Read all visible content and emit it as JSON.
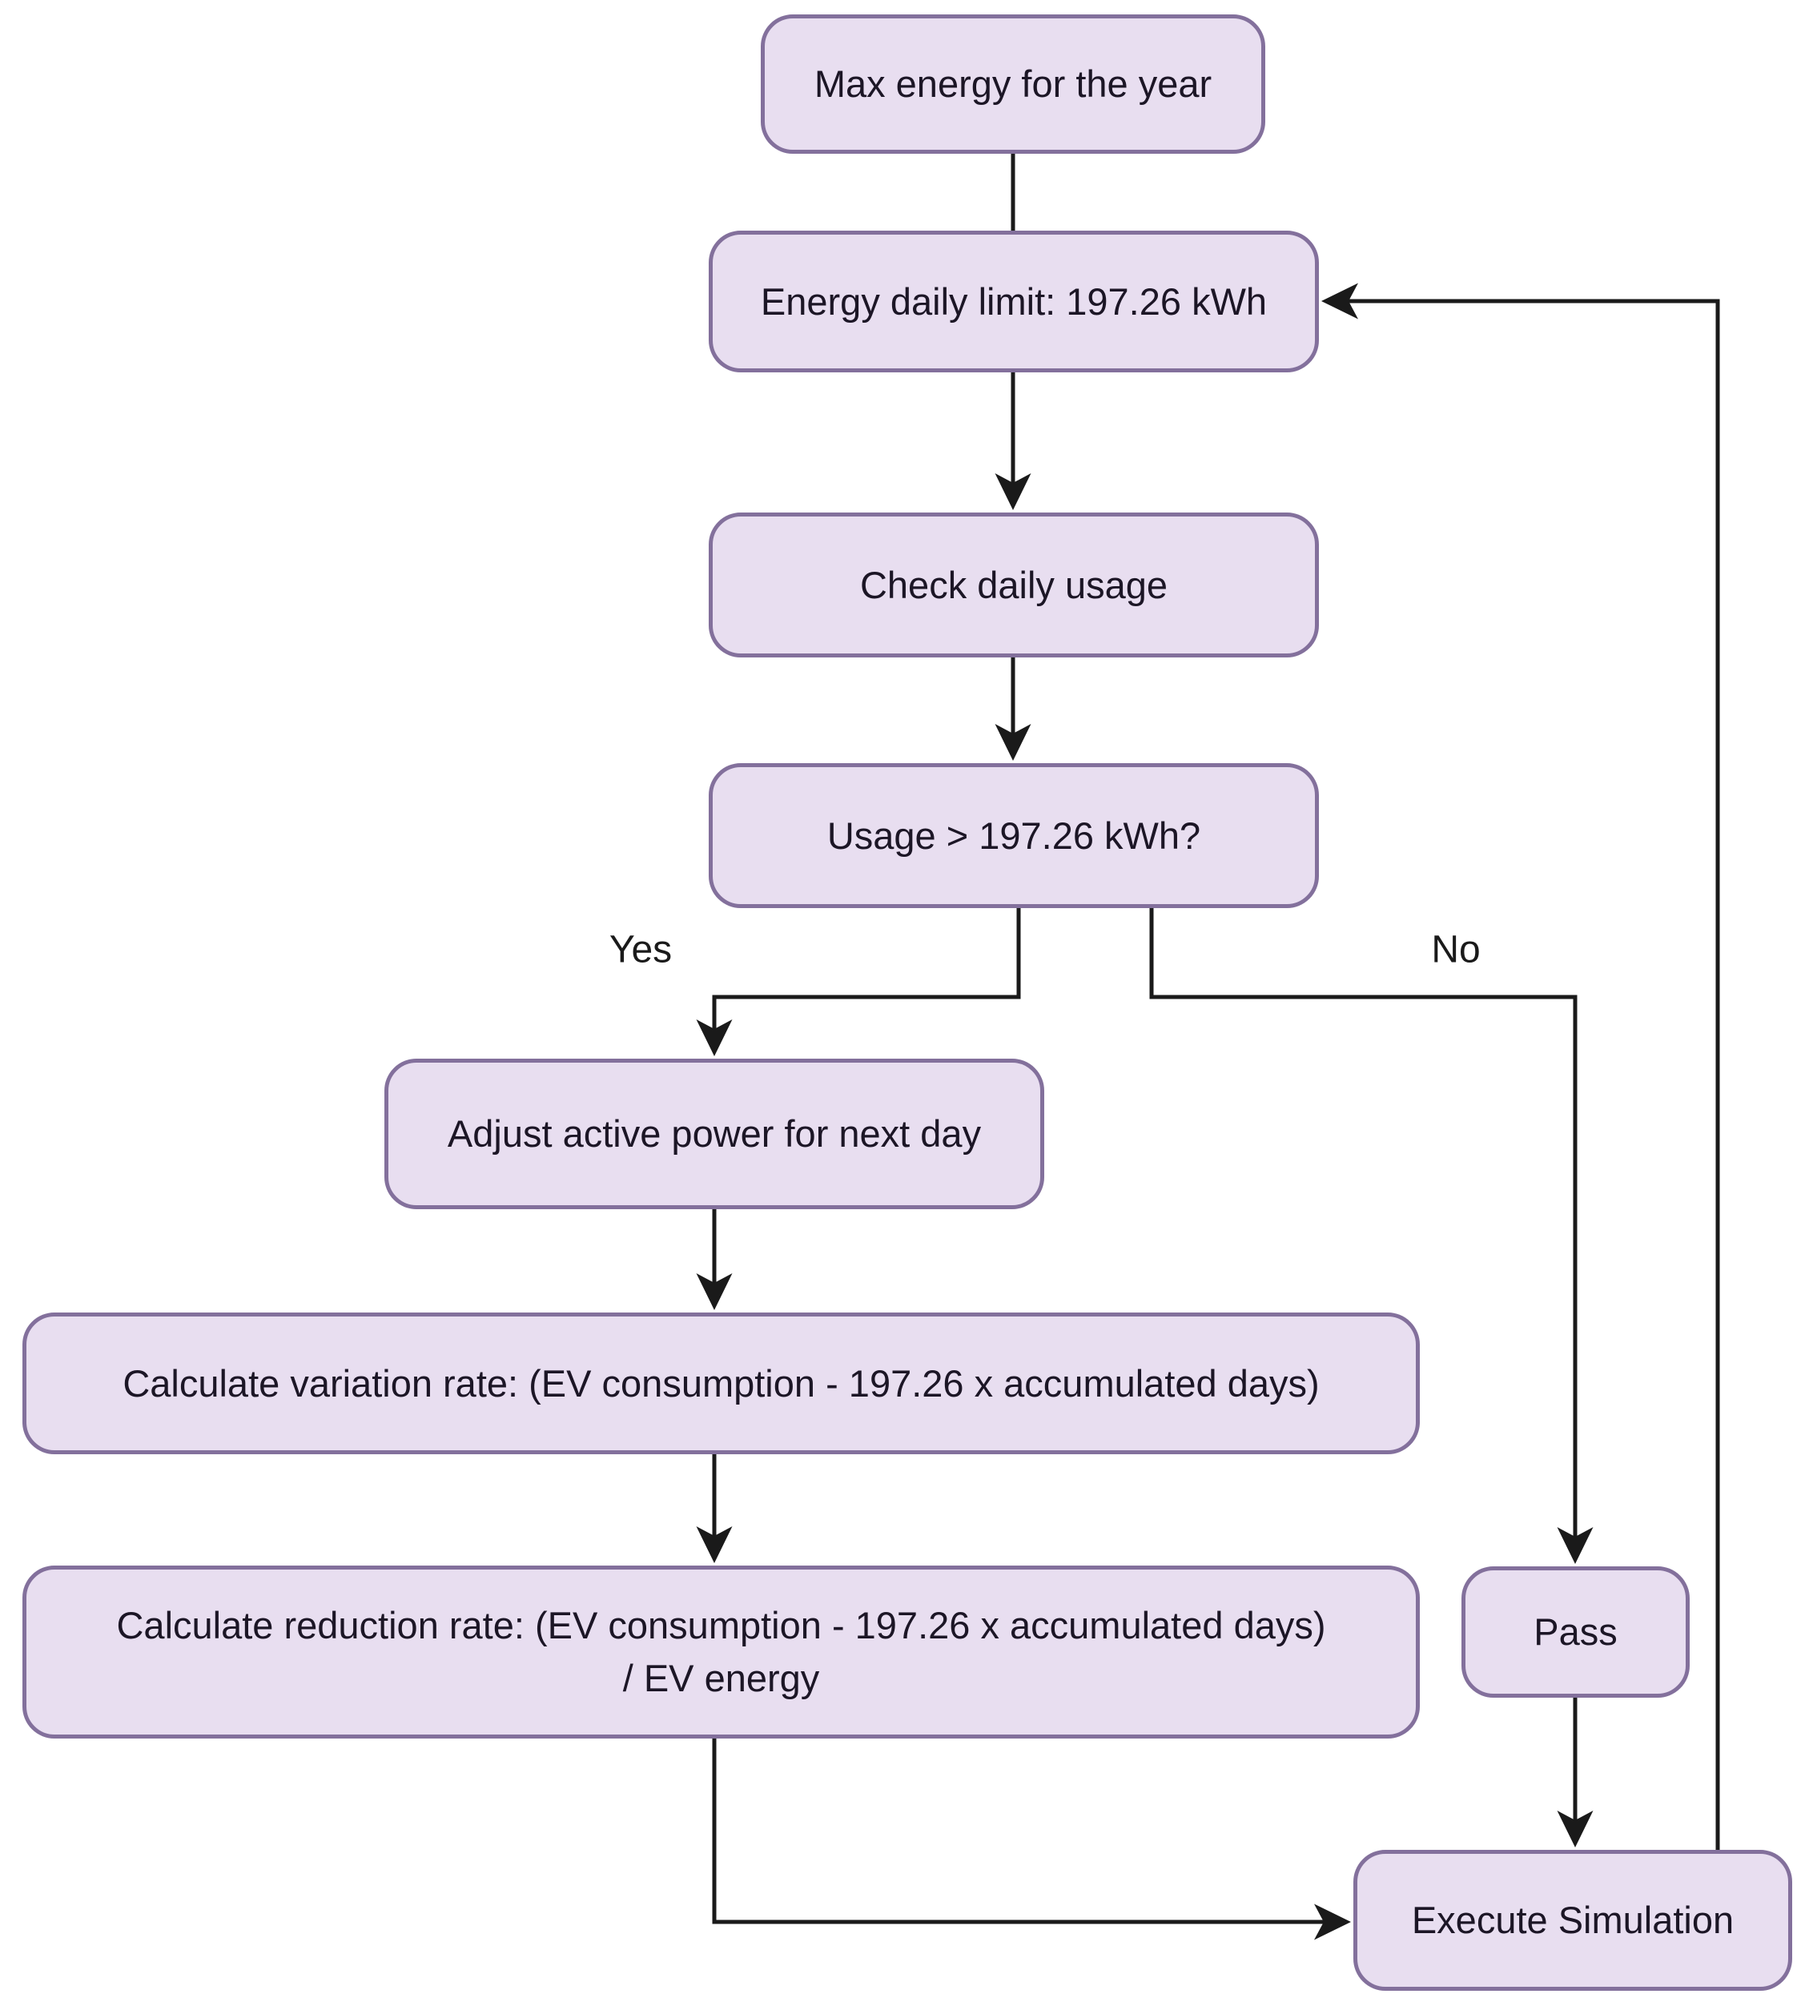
{
  "diagram": {
    "type": "flowchart",
    "background_color": "#ffffff",
    "node_fill_color": "#e8def0",
    "node_border_color": "#83709c",
    "node_text_color": "#1c1626",
    "line_color": "#1a1a1a",
    "nodes": {
      "max_energy": {
        "label": "Max energy for the year"
      },
      "daily_limit": {
        "label": "Energy daily limit: 197.26 kWh"
      },
      "check_usage": {
        "label": "Check daily usage"
      },
      "usage_decision": {
        "label": "Usage > 197.26 kWh?"
      },
      "adjust_power": {
        "label": "Adjust active power for next day"
      },
      "variation_rate": {
        "label": "Calculate variation rate: (EV consumption - 197.26 x accumulated days)"
      },
      "reduction_rate": {
        "label": "Calculate reduction rate: (EV consumption - 197.26 x accumulated days) / EV energy",
        "line1": "Calculate reduction rate: (EV consumption - 197.26 x accumulated days)",
        "line2": "/ EV energy"
      },
      "pass": {
        "label": "Pass"
      },
      "execute": {
        "label": "Execute Simulation"
      }
    },
    "edge_labels": {
      "yes": "Yes",
      "no": "No"
    },
    "edges": [
      {
        "from": "max_energy",
        "to": "daily_limit",
        "label": ""
      },
      {
        "from": "daily_limit",
        "to": "check_usage",
        "label": ""
      },
      {
        "from": "check_usage",
        "to": "usage_decision",
        "label": ""
      },
      {
        "from": "usage_decision",
        "to": "adjust_power",
        "label": "Yes"
      },
      {
        "from": "usage_decision",
        "to": "pass",
        "label": "No"
      },
      {
        "from": "adjust_power",
        "to": "variation_rate",
        "label": ""
      },
      {
        "from": "variation_rate",
        "to": "reduction_rate",
        "label": ""
      },
      {
        "from": "reduction_rate",
        "to": "execute",
        "label": ""
      },
      {
        "from": "pass",
        "to": "execute",
        "label": ""
      },
      {
        "from": "execute",
        "to": "daily_limit",
        "label": ""
      }
    ]
  }
}
